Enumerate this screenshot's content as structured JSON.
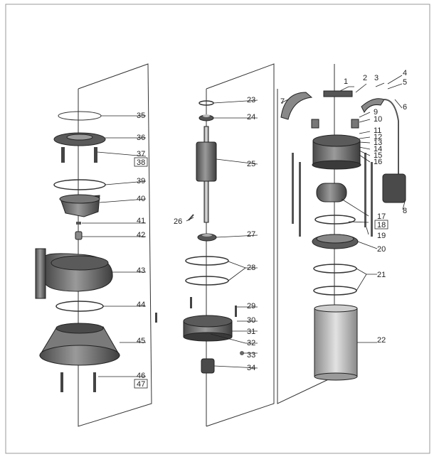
{
  "diagram": {
    "labels": [
      "1",
      "2",
      "3",
      "4",
      "5",
      "6",
      "7",
      "8",
      "9",
      "10",
      "11",
      "12",
      "13",
      "14",
      "15",
      "16",
      "17",
      "18",
      "19",
      "20",
      "21",
      "22",
      "23",
      "24",
      "25",
      "26",
      "27",
      "28",
      "29",
      "30",
      "31",
      "32",
      "33",
      "34",
      "35",
      "36",
      "37",
      "38",
      "39",
      "40",
      "41",
      "42",
      "43",
      "44",
      "45",
      "46",
      "47"
    ],
    "boxed_labels": [
      "38",
      "47",
      "18"
    ]
  },
  "colors": {
    "metal_dark": "#3a3a3a",
    "metal_mid": "#6b6b6b",
    "metal_light": "#a8a8a8",
    "line": "#222222",
    "background": "#ffffff"
  }
}
